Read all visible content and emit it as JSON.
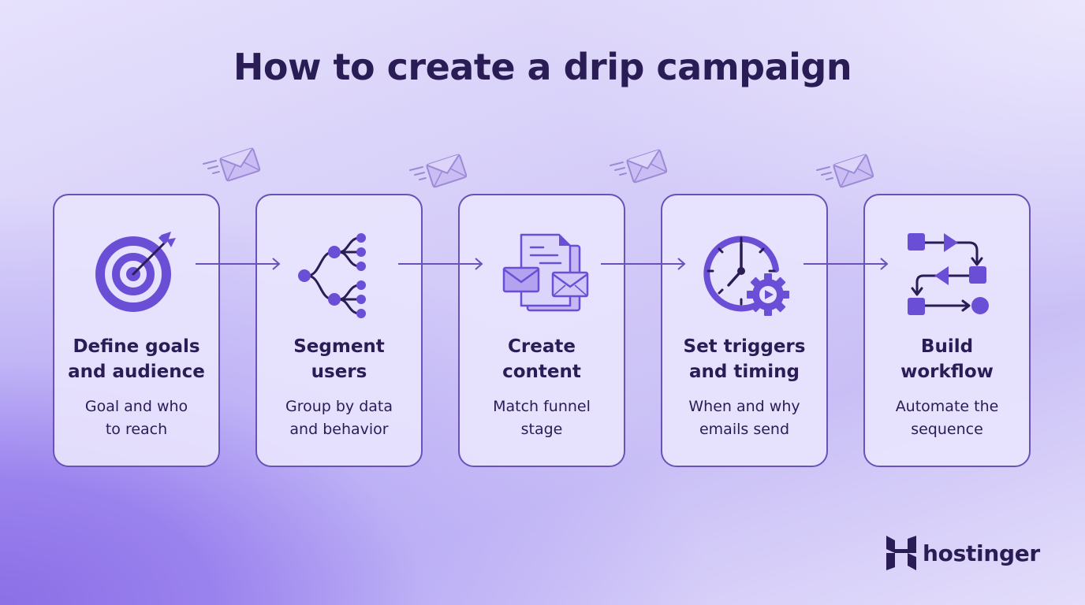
{
  "title": "How to create a drip campaign",
  "colors": {
    "title_text": "#2a1c55",
    "accent": "#6a52d8",
    "card_border": "#6a52b8",
    "card_fill": "#e8e4fd",
    "connector": "#6a52b8"
  },
  "steps": [
    {
      "icon": "target-icon",
      "heading_line1": "Define goals",
      "heading_line2": "and audience",
      "desc_line1": "Goal and who",
      "desc_line2": "to reach"
    },
    {
      "icon": "segment-tree-icon",
      "heading_line1": "Segment",
      "heading_line2": "users",
      "desc_line1": "Group by data",
      "desc_line2": "and behavior"
    },
    {
      "icon": "document-emails-icon",
      "heading_line1": "Create",
      "heading_line2": "content",
      "desc_line1": "Match funnel",
      "desc_line2": "stage"
    },
    {
      "icon": "clock-gear-icon",
      "heading_line1": "Set triggers",
      "heading_line2": "and timing",
      "desc_line1": "When and why",
      "desc_line2": "emails send"
    },
    {
      "icon": "workflow-icon",
      "heading_line1": "Build",
      "heading_line2": "workflow",
      "desc_line1": "Automate the",
      "desc_line2": "sequence"
    }
  ],
  "decorations": {
    "flying_envelopes": 4,
    "connector_arrows": 4
  },
  "brand": {
    "name": "hostinger",
    "icon": "hostinger-h-logo-icon"
  }
}
